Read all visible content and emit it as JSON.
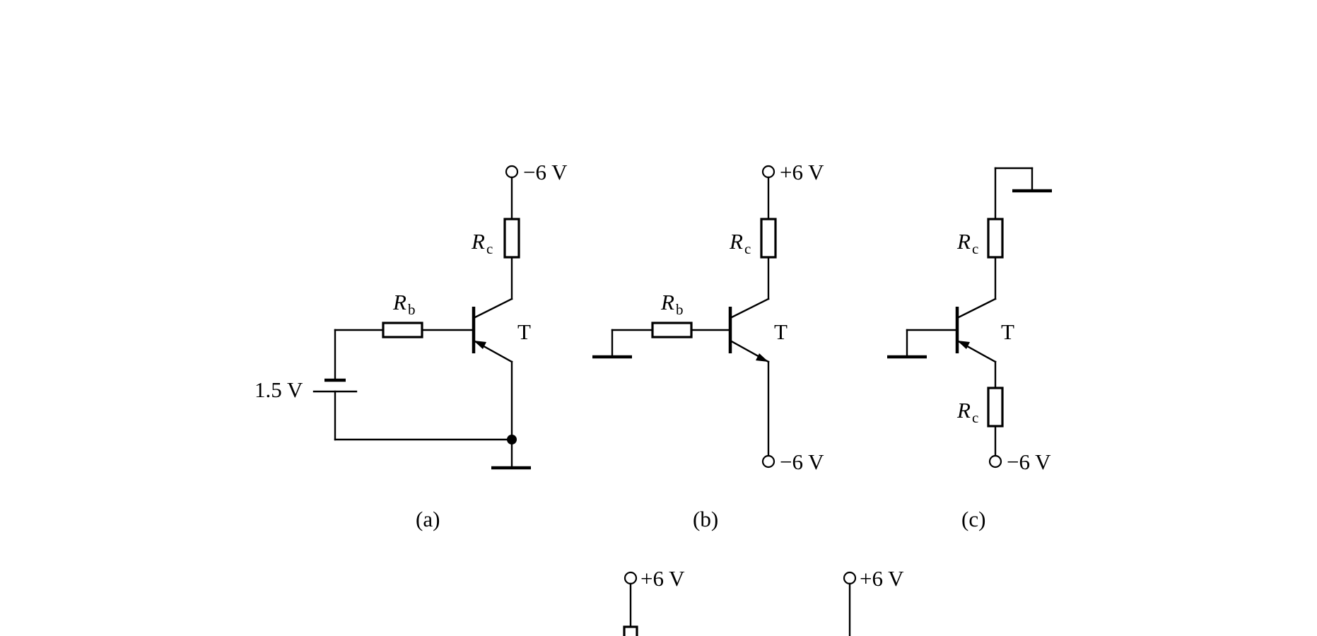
{
  "circuits": {
    "a": {
      "caption": "(a)",
      "supply": "−6 V",
      "rc_label": "R",
      "rc_sub": "c",
      "rb_label": "R",
      "rb_sub": "b",
      "transistor": "T",
      "battery": "1.5 V"
    },
    "b": {
      "caption": "(b)",
      "supply_top": "+6 V",
      "rc_label": "R",
      "rc_sub": "c",
      "rb_label": "R",
      "rb_sub": "b",
      "transistor": "T",
      "supply_bottom": "−6 V"
    },
    "c": {
      "caption": "(c)",
      "rc_label": "R",
      "rc_sub": "c",
      "transistor": "T",
      "re_label": "R",
      "re_sub": "c",
      "supply_bottom": "−6 V"
    },
    "d": {
      "supply_top": "+6 V"
    },
    "e": {
      "supply_top": "+6 V"
    }
  }
}
